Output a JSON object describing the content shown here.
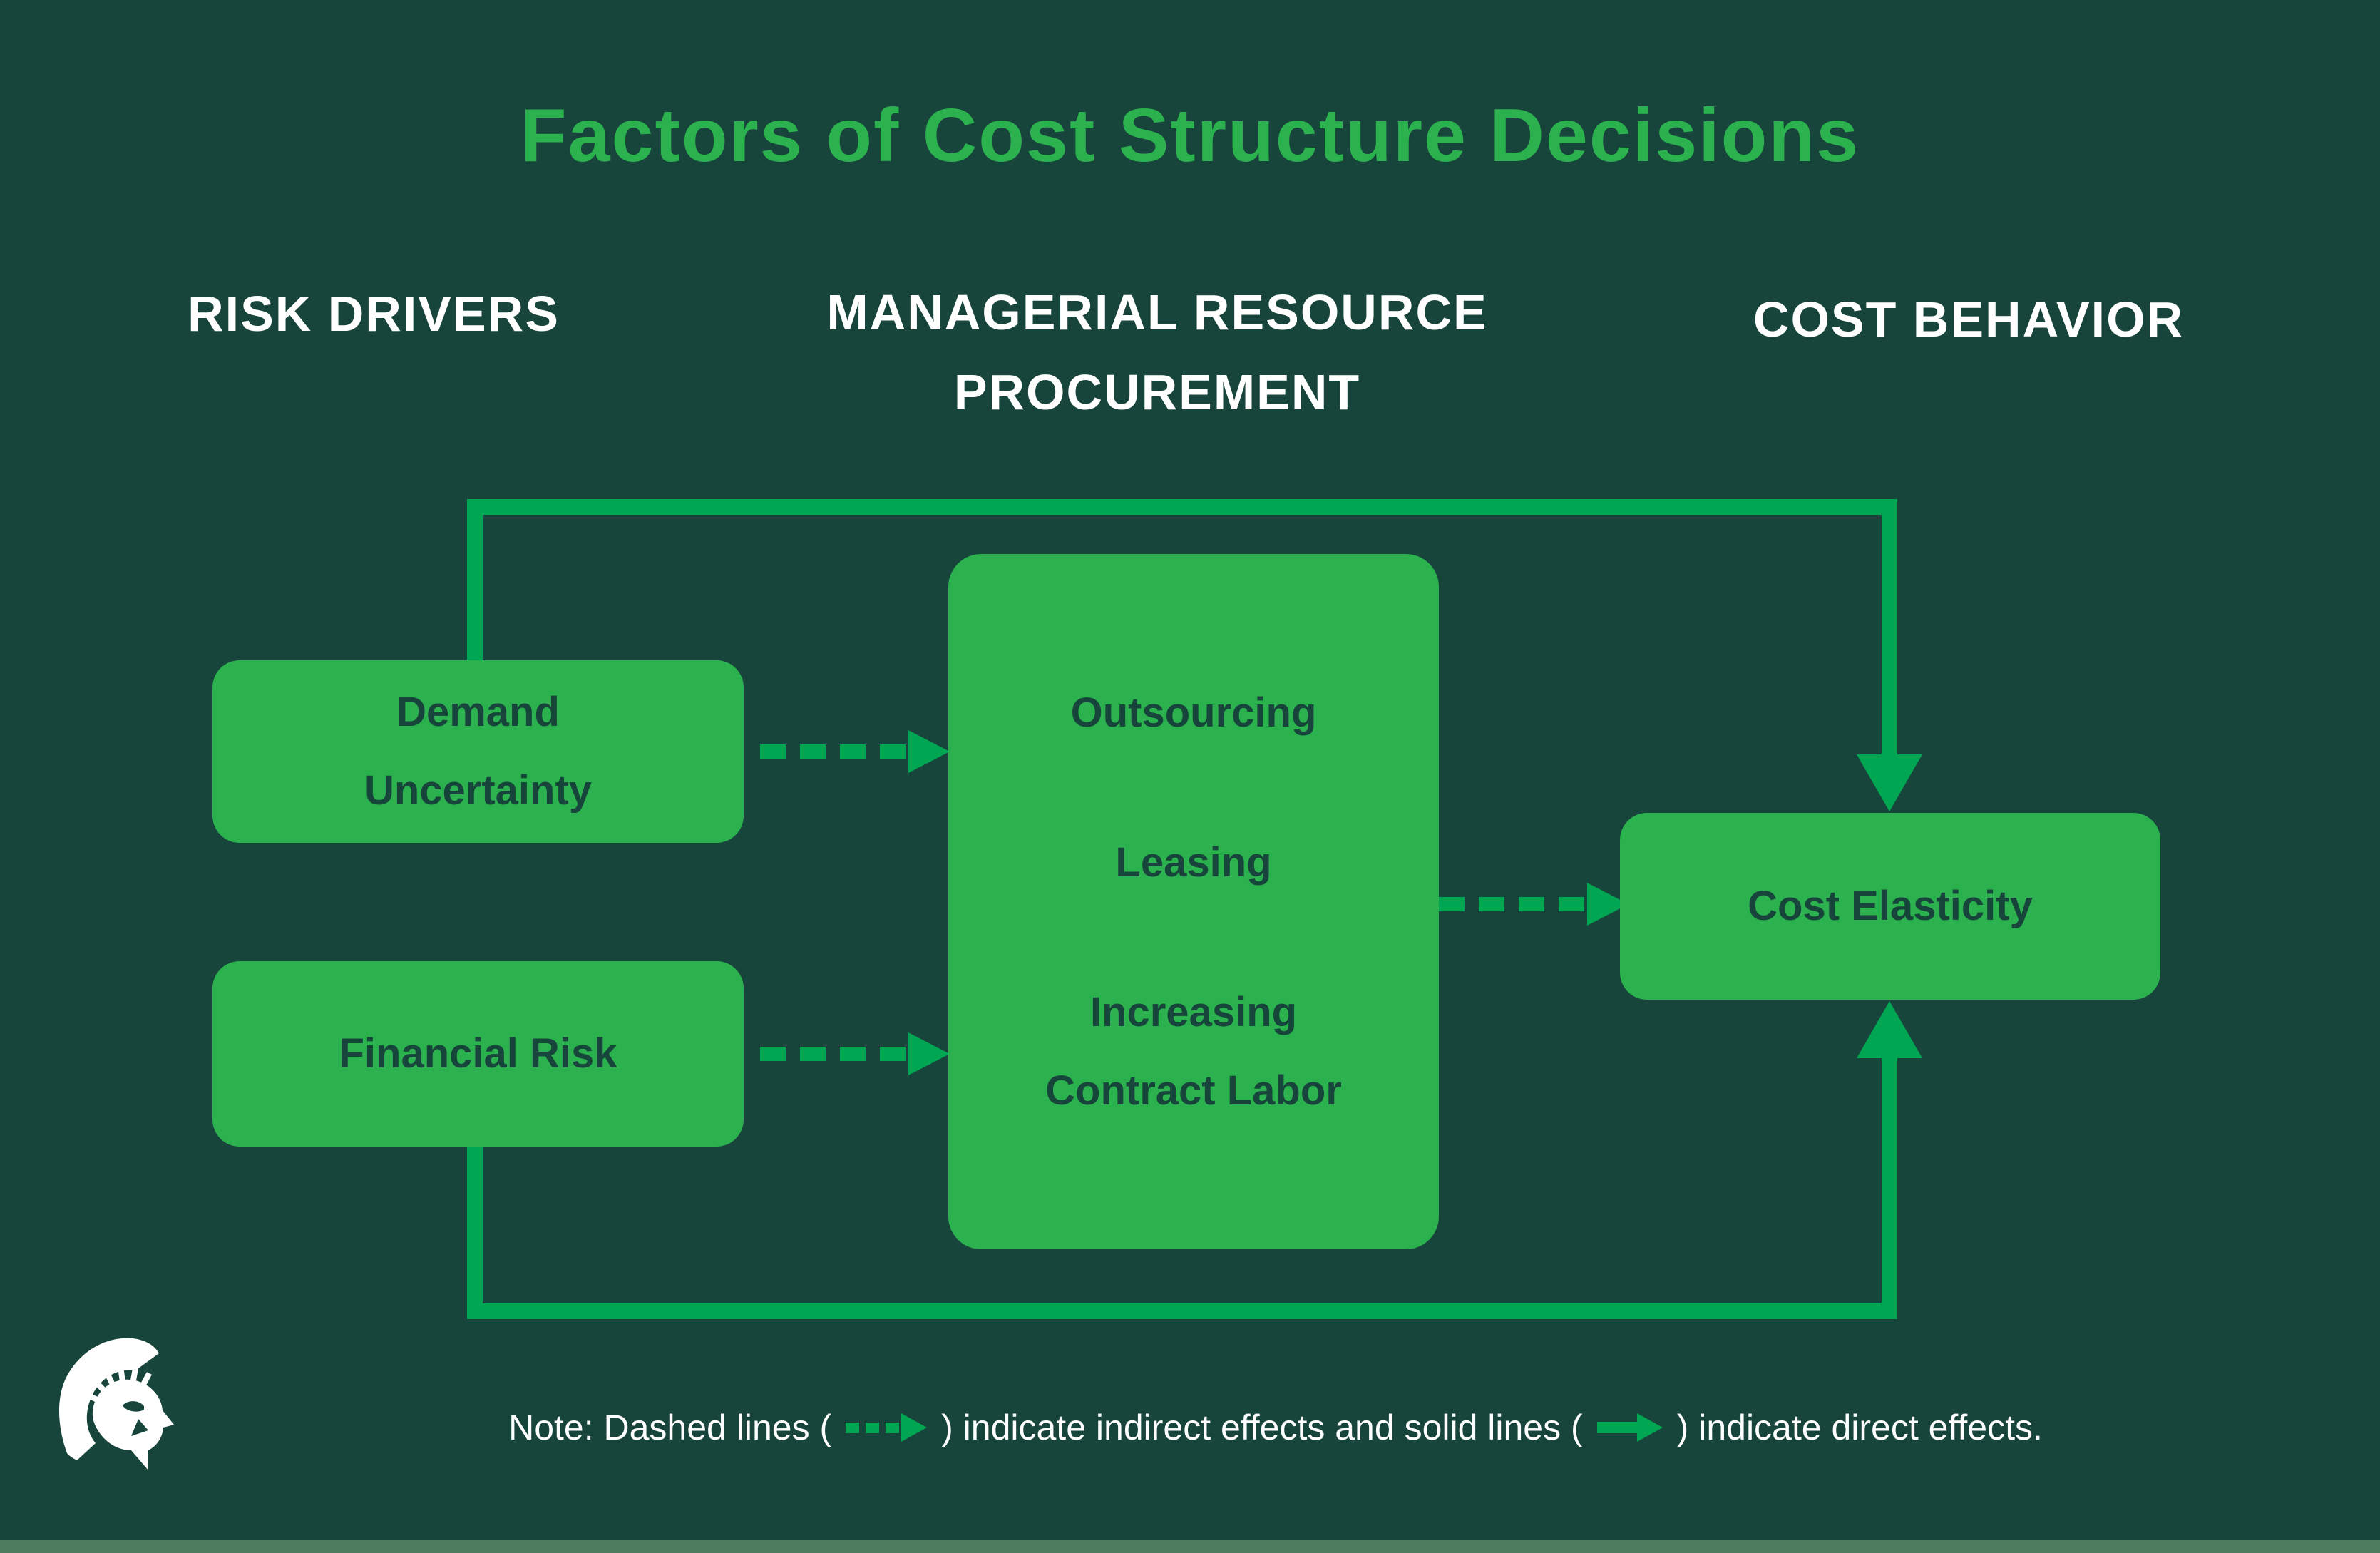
{
  "title": "Factors of Cost Structure Decisions",
  "columns": {
    "risk_drivers": "RISK DRIVERS",
    "managerial_line1": "MANAGERIAL RESOURCE",
    "managerial_line2": "PROCUREMENT",
    "cost_behavior": "COST BEHAVIOR"
  },
  "boxes": {
    "demand_line1": "Demand",
    "demand_line2": "Uncertainty",
    "financial": "Financial Risk",
    "center": {
      "item1": "Outsourcing",
      "item2": "Leasing",
      "item3": "Increasing Contract Labor"
    },
    "cost": "Cost Elasticity"
  },
  "note": {
    "part1": "Note: Dashed lines (",
    "part2": ") indicate indirect effects and solid lines (",
    "part3": ") indicate direct effects."
  },
  "legend": {
    "dashed_meaning": "indirect effects",
    "solid_meaning": "direct effects"
  },
  "icons": {
    "logo": "msu-spartan-helmet-icon"
  },
  "colors": {
    "background": "#18453B",
    "box_green": "#2BB24E",
    "arrow_green": "#00A651",
    "title_green": "#2BB24E",
    "box_text_dark": "#18453B",
    "header_white": "#FFFFFF",
    "footer_strip": "#4E7E5E"
  }
}
